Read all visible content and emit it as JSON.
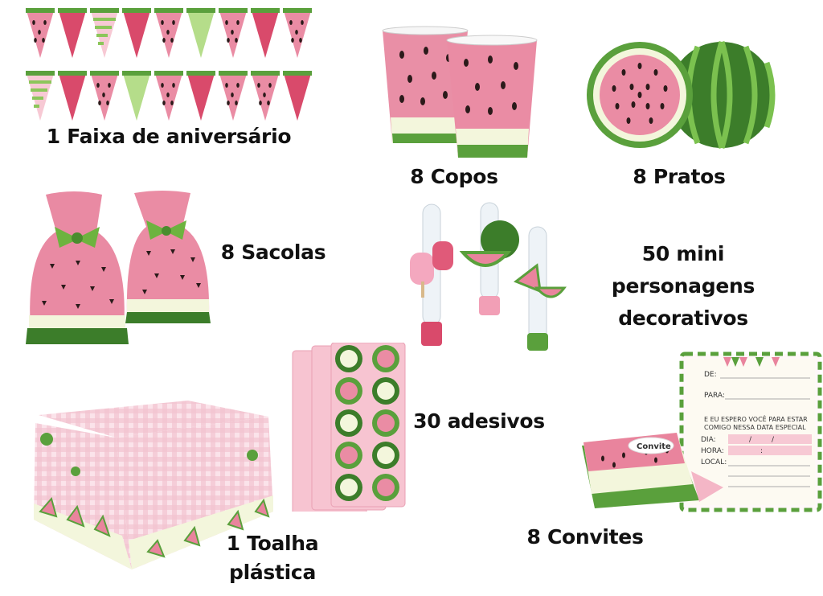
{
  "items": {
    "banner": {
      "label": "1 Faixa de aniversário"
    },
    "cups": {
      "label": "8 Copos"
    },
    "plates": {
      "label": "8 Pratos"
    },
    "bags": {
      "label": "8 Sacolas"
    },
    "figures": {
      "line1": "50 mini",
      "line2": "personagens",
      "line3": "decorativos"
    },
    "stickers": {
      "label": "30 adesivos"
    },
    "tablecloth": {
      "line1": "1 Toalha",
      "line2": "plástica"
    },
    "invites": {
      "label": "8 Convites"
    }
  },
  "invite_card": {
    "badge": "Convite",
    "de": "DE:",
    "para": "PARA:",
    "message_line1": "E EU ESPERO VOCÊ PARA ESTAR",
    "message_line2": "COMIGO NESSA DATA ESPECIAL",
    "dia": "DIA:",
    "hora": "HORA:",
    "local": "LOCAL:",
    "date_sep": "/",
    "time_sep": ":"
  },
  "colors": {
    "pink": "#e9849d",
    "light_pink": "#f4b6c6",
    "green": "#5aa03c",
    "dark_green": "#3c7d2a",
    "light_green": "#a8d37a",
    "cream": "#f3f6dc",
    "seed": "#2b1a1a"
  }
}
